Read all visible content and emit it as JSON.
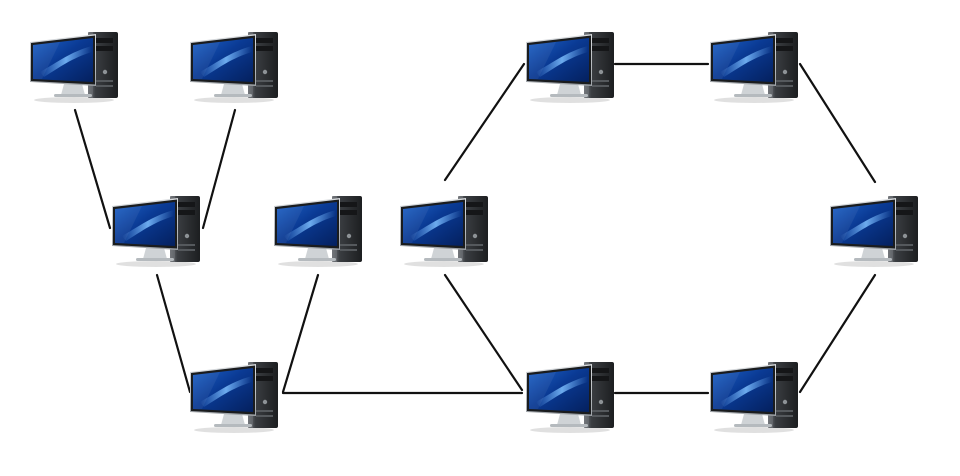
{
  "diagram": {
    "type": "network-topology",
    "node_icon": "desktop-computer-icon",
    "colors": {
      "background": "#ffffff",
      "link": "#111111",
      "screen_dark": "#062a78",
      "screen_light": "#3f8ee6",
      "tower": "#2b2d30",
      "tower_light": "#6e7276",
      "stand": "#cfd3d6"
    },
    "nodes": [
      {
        "id": "pc-top-left-1"
      },
      {
        "id": "pc-top-left-2"
      },
      {
        "id": "pc-middle-left"
      },
      {
        "id": "pc-middle-center"
      },
      {
        "id": "pc-bottom-left"
      },
      {
        "id": "pc-ring-top-left"
      },
      {
        "id": "pc-ring-top-right"
      },
      {
        "id": "pc-ring-left"
      },
      {
        "id": "pc-ring-right"
      },
      {
        "id": "pc-ring-bottom-left"
      },
      {
        "id": "pc-ring-bottom-right"
      }
    ],
    "links": [
      [
        "pc-top-left-1",
        "pc-middle-left"
      ],
      [
        "pc-top-left-2",
        "pc-middle-left"
      ],
      [
        "pc-middle-left",
        "pc-bottom-left"
      ],
      [
        "pc-middle-center",
        "pc-bottom-left"
      ],
      [
        "pc-bottom-left",
        "pc-ring-bottom-left"
      ],
      [
        "pc-ring-left",
        "pc-ring-top-left"
      ],
      [
        "pc-ring-top-left",
        "pc-ring-top-right"
      ],
      [
        "pc-ring-top-right",
        "pc-ring-right"
      ],
      [
        "pc-ring-right",
        "pc-ring-bottom-right"
      ],
      [
        "pc-ring-bottom-right",
        "pc-ring-bottom-left"
      ],
      [
        "pc-ring-bottom-left",
        "pc-ring-left"
      ]
    ]
  }
}
